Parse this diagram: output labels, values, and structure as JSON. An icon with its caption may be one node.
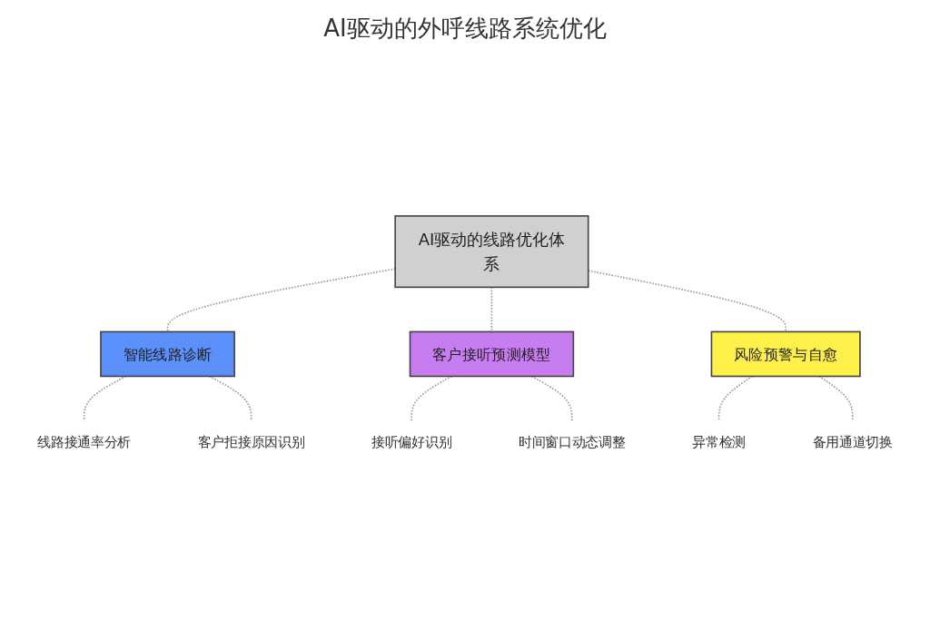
{
  "diagram": {
    "title": "AI驱动的外呼线路系统优化",
    "nodes": [
      {
        "text": [
          "AI驱动的线路优化体系"
        ]
      },
      {
        "text": [
          "智能线路诊断"
        ]
      },
      {
        "text": [
          "线路接通率分析"
        ]
      },
      {
        "text": [
          "客户拒接原因识别"
        ]
      },
      {
        "text": [
          "客户接听预测模型"
        ]
      },
      {
        "text": [
          "接听偏好识别"
        ]
      },
      {
        "text": [
          "时间窗口动态调整"
        ]
      },
      {
        "text": [
          "风险预警与自愈"
        ]
      },
      {
        "text": [
          "异常检测"
        ]
      },
      {
        "text": [
          "备用通道切换"
        ]
      }
    ],
    "edges": [
      {
        "from": 0,
        "to": 1,
        "arrow": "none",
        "style": "dashed"
      },
      {
        "from": 0,
        "to": 4,
        "arrow": "none",
        "style": "dashed"
      },
      {
        "from": 0,
        "to": 7,
        "arrow": "none",
        "style": "dashed"
      },
      {
        "from": 1,
        "to": 2,
        "arrow": "none",
        "style": "dashed"
      },
      {
        "from": 1,
        "to": 3,
        "arrow": "none",
        "style": "dashed"
      },
      {
        "from": 4,
        "to": 5,
        "arrow": "none",
        "style": "dashed"
      },
      {
        "from": 4,
        "to": 6,
        "arrow": "none",
        "style": "dashed"
      },
      {
        "from": 7,
        "to": 8,
        "arrow": "none",
        "style": "dashed"
      },
      {
        "from": 7,
        "to": 9,
        "arrow": "none",
        "style": "dashed"
      }
    ]
  }
}
